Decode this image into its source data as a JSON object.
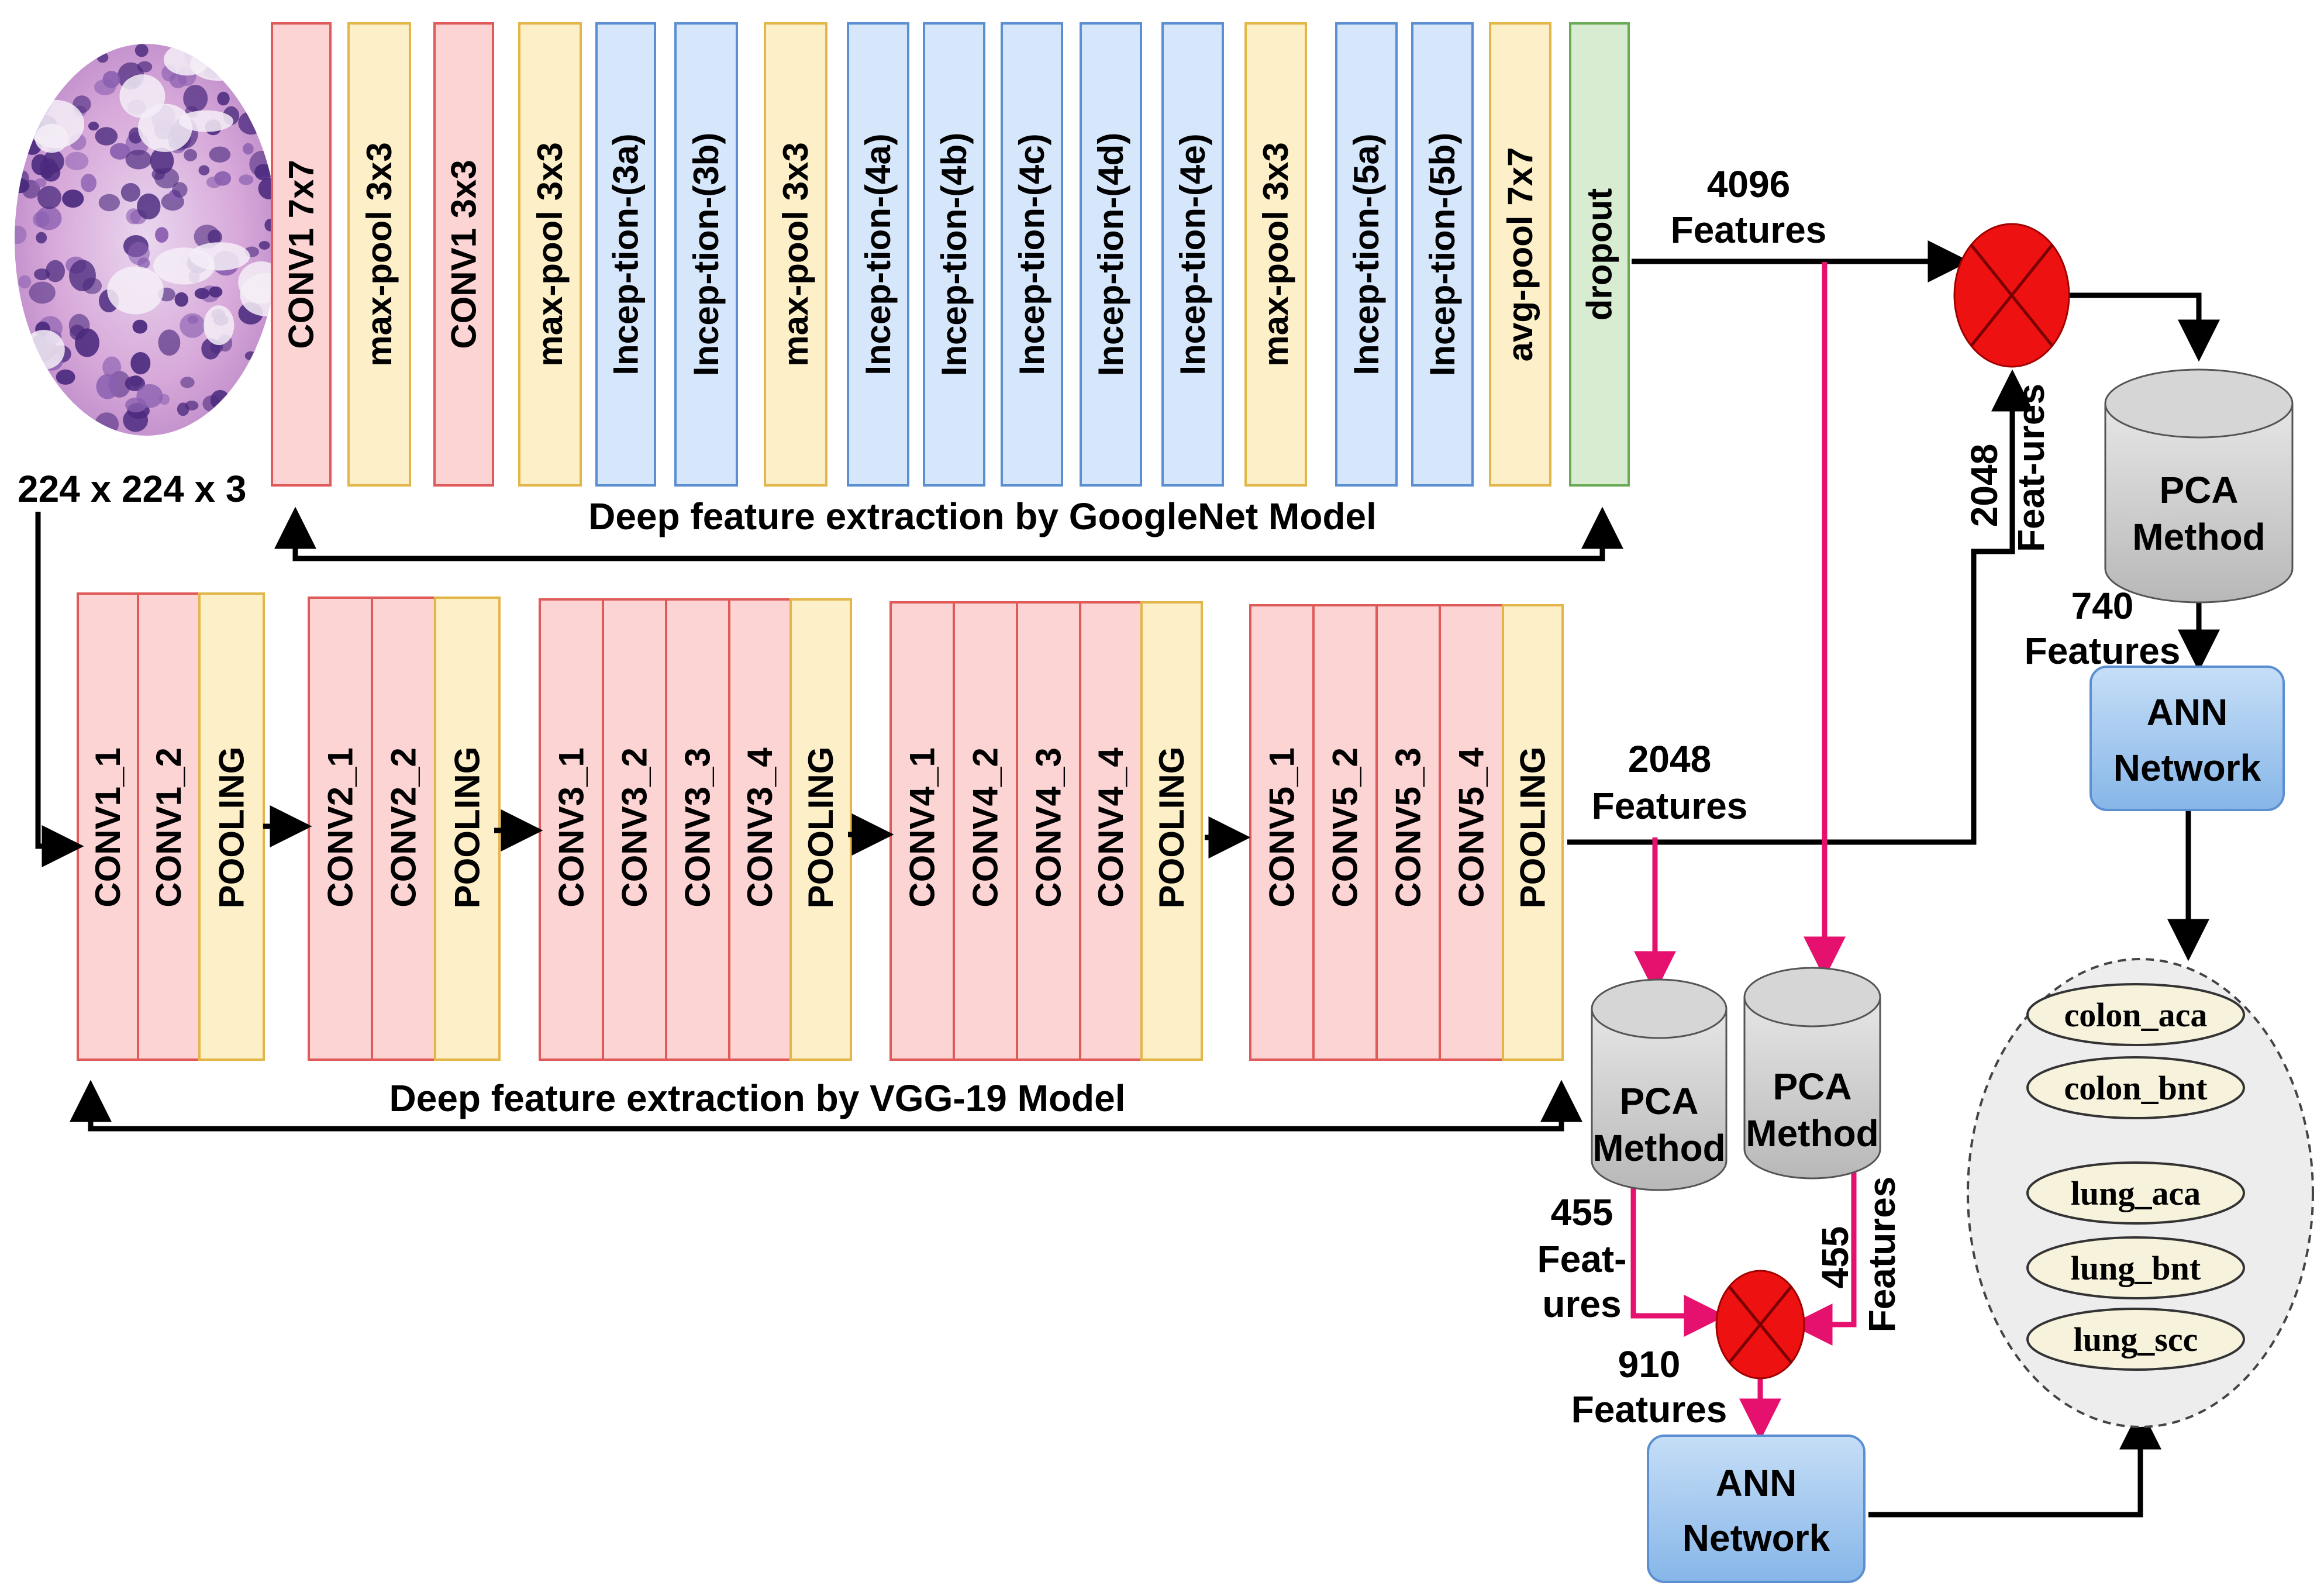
{
  "image": {
    "size_label": "224 x 224 x 3"
  },
  "googlenet": {
    "title": "Deep feature extraction by GoogleNet Model",
    "layers": [
      {
        "label": "CONV1 7x7",
        "kind": "conv"
      },
      {
        "label": "max-pool 3x3",
        "kind": "pool"
      },
      {
        "label": "CONV1 3x3",
        "kind": "conv"
      },
      {
        "label": "max-pool 3x3",
        "kind": "pool"
      },
      {
        "label": "Incep-tion-(3a)",
        "kind": "incep"
      },
      {
        "label": "Incep-tion-(3b)",
        "kind": "incep"
      },
      {
        "label": "max-pool 3x3",
        "kind": "pool"
      },
      {
        "label": "Incep-tion-(4a)",
        "kind": "incep"
      },
      {
        "label": "Incep-tion-(4b)",
        "kind": "incep"
      },
      {
        "label": "Incep-tion-(4c)",
        "kind": "incep"
      },
      {
        "label": "Incep-tion-(4d)",
        "kind": "incep"
      },
      {
        "label": "Incep-tion-(4e)",
        "kind": "incep"
      },
      {
        "label": "max-pool 3x3",
        "kind": "pool"
      },
      {
        "label": "Incep-tion-(5a)",
        "kind": "incep"
      },
      {
        "label": "Incep-tion-(5b)",
        "kind": "incep"
      },
      {
        "label": "avg-pool 7x7",
        "kind": "pool"
      },
      {
        "label": "dropout",
        "kind": "drop"
      }
    ],
    "features_label": [
      "4096",
      "Features"
    ]
  },
  "vgg19": {
    "title": "Deep feature extraction by VGG-19 Model",
    "blocks": [
      [
        "CONV1_1",
        "CONV1_2",
        "POOLING"
      ],
      [
        "CONV2_1",
        "CONV2_2",
        "POOLING"
      ],
      [
        "CONV3_1",
        "CONV3_2",
        "CONV3_3",
        "CONV3_4",
        "POOLING"
      ],
      [
        "CONV4_1",
        "CONV4_2",
        "CONV4_3",
        "CONV4_4",
        "POOLING"
      ],
      [
        "CONV5_1",
        "CONV5_2",
        "CONV5_3",
        "CONV5_4",
        "POOLING"
      ]
    ],
    "features_label": [
      "2048",
      "Features"
    ]
  },
  "fusion_top": {
    "vgg_branch_label": [
      "2048",
      "Feat-ures"
    ],
    "pca_label": [
      "PCA",
      "Method"
    ],
    "pca_out_label": [
      "740",
      "Features"
    ],
    "ann_label": [
      "ANN",
      "Network"
    ]
  },
  "fusion_bottom": {
    "pca_left_label": [
      "PCA",
      "Method"
    ],
    "pca_right_label": [
      "PCA",
      "Method"
    ],
    "left_out_label": [
      "455",
      "Feat-",
      "ures"
    ],
    "right_out_label": [
      "455",
      "Features"
    ],
    "merged_label": [
      "910",
      "Features"
    ],
    "ann_label": [
      "ANN",
      "Network"
    ]
  },
  "classes": [
    "colon_aca",
    "colon_bnt",
    "lung_aca",
    "lung_bnt",
    "lung_scc"
  ],
  "colors": {
    "conv_fill": "#fcd4d4",
    "conv_stroke": "#e05a5a",
    "pool_fill": "#fdf0c8",
    "pool_stroke": "#e3b64a",
    "incep_fill": "#d6e7fb",
    "incep_stroke": "#5b8fd1",
    "drop_fill": "#d8ecd2",
    "drop_stroke": "#6aaa55",
    "merge_fill": "#ee1111",
    "flow_pink": "#e6106e",
    "ann_fill": "#a8cdf2",
    "ann_stroke": "#5b8fd1",
    "pca_fill": "#cfcfcf"
  }
}
